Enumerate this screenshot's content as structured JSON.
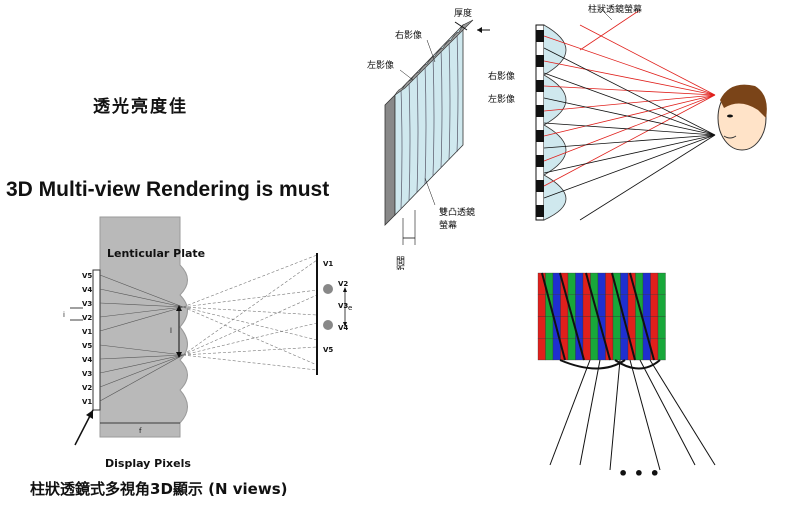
{
  "heading_brightness": "透光亮度佳",
  "heading_rendering": "3D Multi-view Rendering is must",
  "caption_bottom": "柱狀透鏡式多視角3D顯示 (N views)",
  "left_diagram": {
    "plate_label": "Lenticular Plate",
    "display_pixels_label": "Display Pixels",
    "pixel_labels": [
      "V5",
      "V4",
      "V3",
      "V2",
      "V1",
      "V5",
      "V4",
      "V3",
      "V2",
      "V1"
    ],
    "screen_labels": [
      "V1",
      "V2",
      "V3",
      "V4",
      "V5"
    ],
    "small_i": "i",
    "small_l": "l",
    "small_e": "e",
    "small_f": "f"
  },
  "panel_diagram": {
    "right_image": "右影像",
    "left_image": "左影像",
    "thickness": "厚度",
    "biconvex_screen_1": "雙凸透鏡",
    "biconvex_screen_2": "螢幕",
    "pitch": "間距"
  },
  "eye_diagram": {
    "title": "柱狀透鏡螢幕",
    "right_image": "右影像",
    "left_image": "左影像"
  },
  "subpixel_diagram": {
    "dots": "• • •",
    "colors": {
      "red": "#e0201c",
      "green": "#18a83a",
      "blue": "#1f2fd0"
    }
  }
}
